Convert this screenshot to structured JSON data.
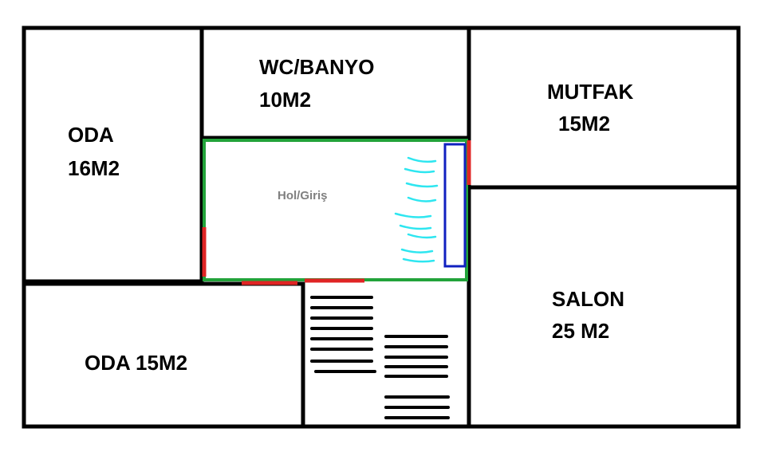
{
  "rooms": {
    "oda_left": {
      "name": "ODA",
      "area": "16M2"
    },
    "wc": {
      "name": "WC/BANYO",
      "area": "10M2"
    },
    "mutfak": {
      "name": "MUTFAK",
      "area": "15M2"
    },
    "hol": {
      "name": "Hol/Giriş"
    },
    "salon": {
      "name": "SALON",
      "area": "25 M2"
    },
    "oda_bottom": {
      "label": "ODA 15M2"
    }
  },
  "colors": {
    "walls": "#000000",
    "hall_outline": "#22a33a",
    "doors": "#e02424",
    "radiator": "#1020c0",
    "heat_waves": "#2ee6f0",
    "hall_label": "#808080"
  }
}
